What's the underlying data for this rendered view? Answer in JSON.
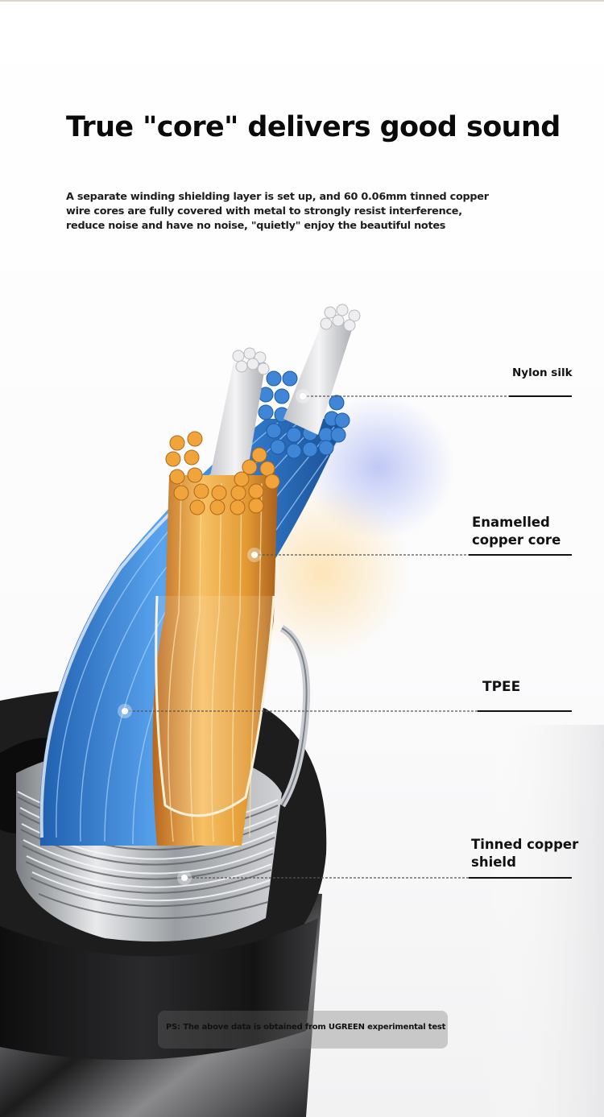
{
  "header": {
    "title": "True \"core\" delivers good sound",
    "description_lines": [
      "A separate winding shielding layer is set up, and 60 0.06mm tinned copper",
      "wire cores are fully covered with metal to strongly resist interference,",
      "reduce noise and have no noise, \"quietly\" enjoy the beautiful notes"
    ]
  },
  "callouts": [
    {
      "lines": [
        "Nylon silk"
      ]
    },
    {
      "lines": [
        "Enamelled",
        "copper core"
      ]
    },
    {
      "lines": [
        "TPEE"
      ]
    },
    {
      "lines": [
        "Tinned copper",
        "shield"
      ]
    }
  ],
  "footnote": "PS: The above data is obtained from UGREEN experimental test",
  "colors": {
    "orange_core": "#f0a43a",
    "blue_core": "#3f86d6",
    "white_silk": "#e6e6e8",
    "silver_shield": "#b9bcc0",
    "black_jacket": "#1b1b1c"
  }
}
